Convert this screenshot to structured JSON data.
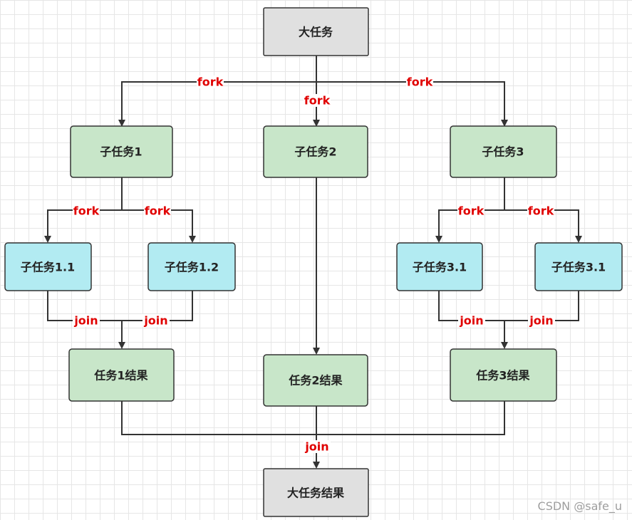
{
  "nodes": {
    "root": "大任务",
    "sub1": "子任务1",
    "sub2": "子任务2",
    "sub3": "子任务3",
    "sub1_1": "子任务1.1",
    "sub1_2": "子任务1.2",
    "sub3_1a": "子任务3.1",
    "sub3_1b": "子任务3.1",
    "result1": "任务1结果",
    "result2": "任务2结果",
    "result3": "任务3结果",
    "final": "大任务结果"
  },
  "edge_labels": {
    "fork": "fork",
    "join": "join"
  },
  "colors": {
    "root_fill": "#e0e0e0",
    "subtask_fill": "#c8e6c9",
    "leaf_fill": "#b2ebf2",
    "label_color": "#e00000",
    "line_color": "#333333"
  },
  "watermark": "CSDN @safe_u"
}
